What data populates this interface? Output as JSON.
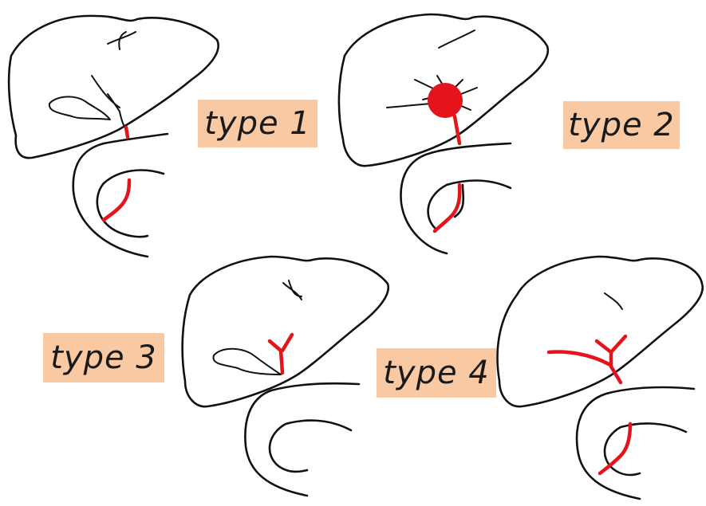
{
  "labels": {
    "type1": "type 1",
    "type2": "type 2",
    "type3": "type 3",
    "type4": "type 4"
  },
  "colors": {
    "label_background": "#f9c9a3",
    "duct_red": "#e5141b",
    "outline": "#111111"
  }
}
